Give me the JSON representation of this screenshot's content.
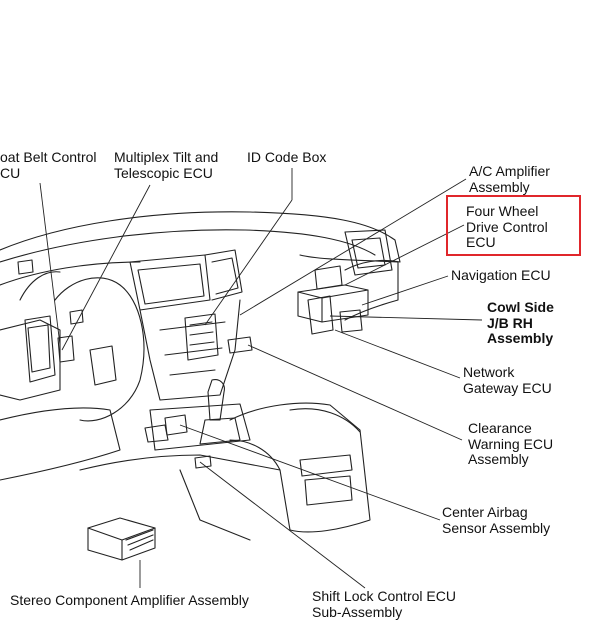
{
  "labels": {
    "seat_belt_control_ecu": [
      "oat Belt Control",
      "CU"
    ],
    "multiplex_tilt_telescopic_ecu": [
      "Multiplex Tilt and",
      "Telescopic ECU"
    ],
    "id_code_box": [
      "ID Code Box"
    ],
    "ac_amplifier_assembly": [
      "A/C Amplifier",
      "Assembly"
    ],
    "four_wheel_drive_control_ecu": [
      "Four Wheel",
      "Drive Control",
      "ECU"
    ],
    "navigation_ecu": [
      "Navigation ECU"
    ],
    "cowl_side_jb_rh_assembly": [
      "Cowl Side",
      "J/B RH",
      "Assembly"
    ],
    "network_gateway_ecu": [
      "Network",
      "Gateway ECU"
    ],
    "clearance_warning_ecu_assembly": [
      "Clearance",
      "Warning ECU",
      "Assembly"
    ],
    "center_airbag_sensor_assembly": [
      "Center Airbag",
      "Sensor Assembly"
    ],
    "stereo_component_amplifier_assembly": [
      "Stereo Component Amplifier Assembly"
    ],
    "shift_lock_control_ecu": [
      "Shift Lock Control ECU",
      "Sub-Assembly"
    ]
  },
  "highlight": {
    "target": "four_wheel_drive_control_ecu",
    "color": "#e0262b"
  },
  "colors": {
    "line": "#222222",
    "text": "#111111",
    "background": "#ffffff"
  }
}
